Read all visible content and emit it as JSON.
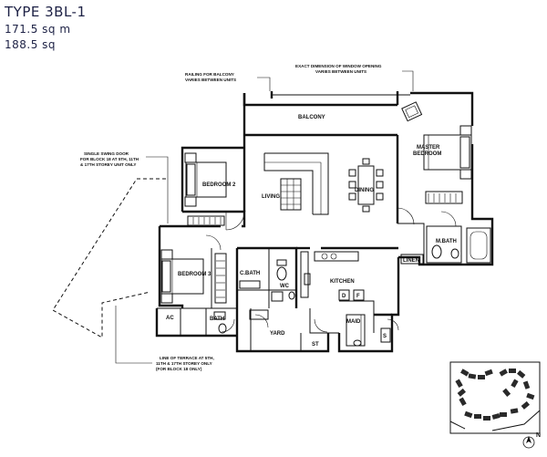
{
  "header": {
    "unit_type": "TYPE 3BL-1",
    "area_sqm": "171.5 sq m",
    "area_sqft": "188.5 sq"
  },
  "rooms": {
    "balcony": "BALCONY",
    "master_bedroom_line1": "MASTER",
    "master_bedroom_line2": "BEDROOM",
    "bedroom2": "BEDROOM 2",
    "bedroom3": "BEDROOM 3",
    "living": "LIVING",
    "dining": "DINING",
    "kitchen": "KITCHEN",
    "m_bath": "M.BATH",
    "linen": "LINEN",
    "c_bath": "C.BATH",
    "wc": "WC",
    "ac": "AC",
    "bath": "BATH",
    "yard": "YARD",
    "st": "ST",
    "maid": "MAID",
    "fridge": "F",
    "dryer": "D",
    "s": "S"
  },
  "notes": {
    "railing_line1": "RAILING FOR BALCONY",
    "railing_line2": "VARIES BETWEEN UNITS",
    "window_line1": "EXACT DIMENSION OF WINDOW OPENING",
    "window_line2": "VARIES BETWEEN UNITS",
    "door_line1": "SINGLE SWING DOOR",
    "door_line2": "FOR BLOCK 18 AT 5TH, 11TH",
    "door_line3": "& 17TH STOREY UNIT ONLY",
    "terrace_line1": "LINE OF TERRACE AT 5TH,",
    "terrace_line2": "11TH & 17TH STOREY ONLY",
    "terrace_line3": "(FOR BLOCK 18 ONLY)"
  },
  "site_plan": {
    "north": "N"
  }
}
